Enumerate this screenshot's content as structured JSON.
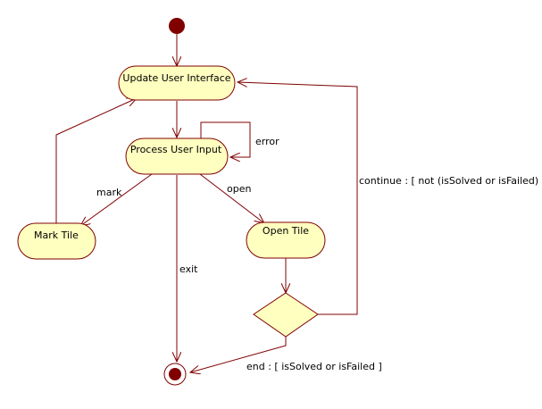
{
  "colors": {
    "node_fill": "#ffffc0",
    "node_stroke": "#800000",
    "edge": "#800000",
    "dot": "#800000",
    "text": "#000000"
  },
  "nodes": {
    "update_ui": "Update User Interface",
    "process_input": "Process User Input",
    "mark_tile": "Mark Tile",
    "open_tile": "Open Tile"
  },
  "edges": {
    "error": "error",
    "mark": "mark",
    "open": "open",
    "exit": "exit",
    "continue": "continue : [ not (isSolved or isFailed) ]",
    "end": "end : [ isSolved or isFailed ]"
  }
}
